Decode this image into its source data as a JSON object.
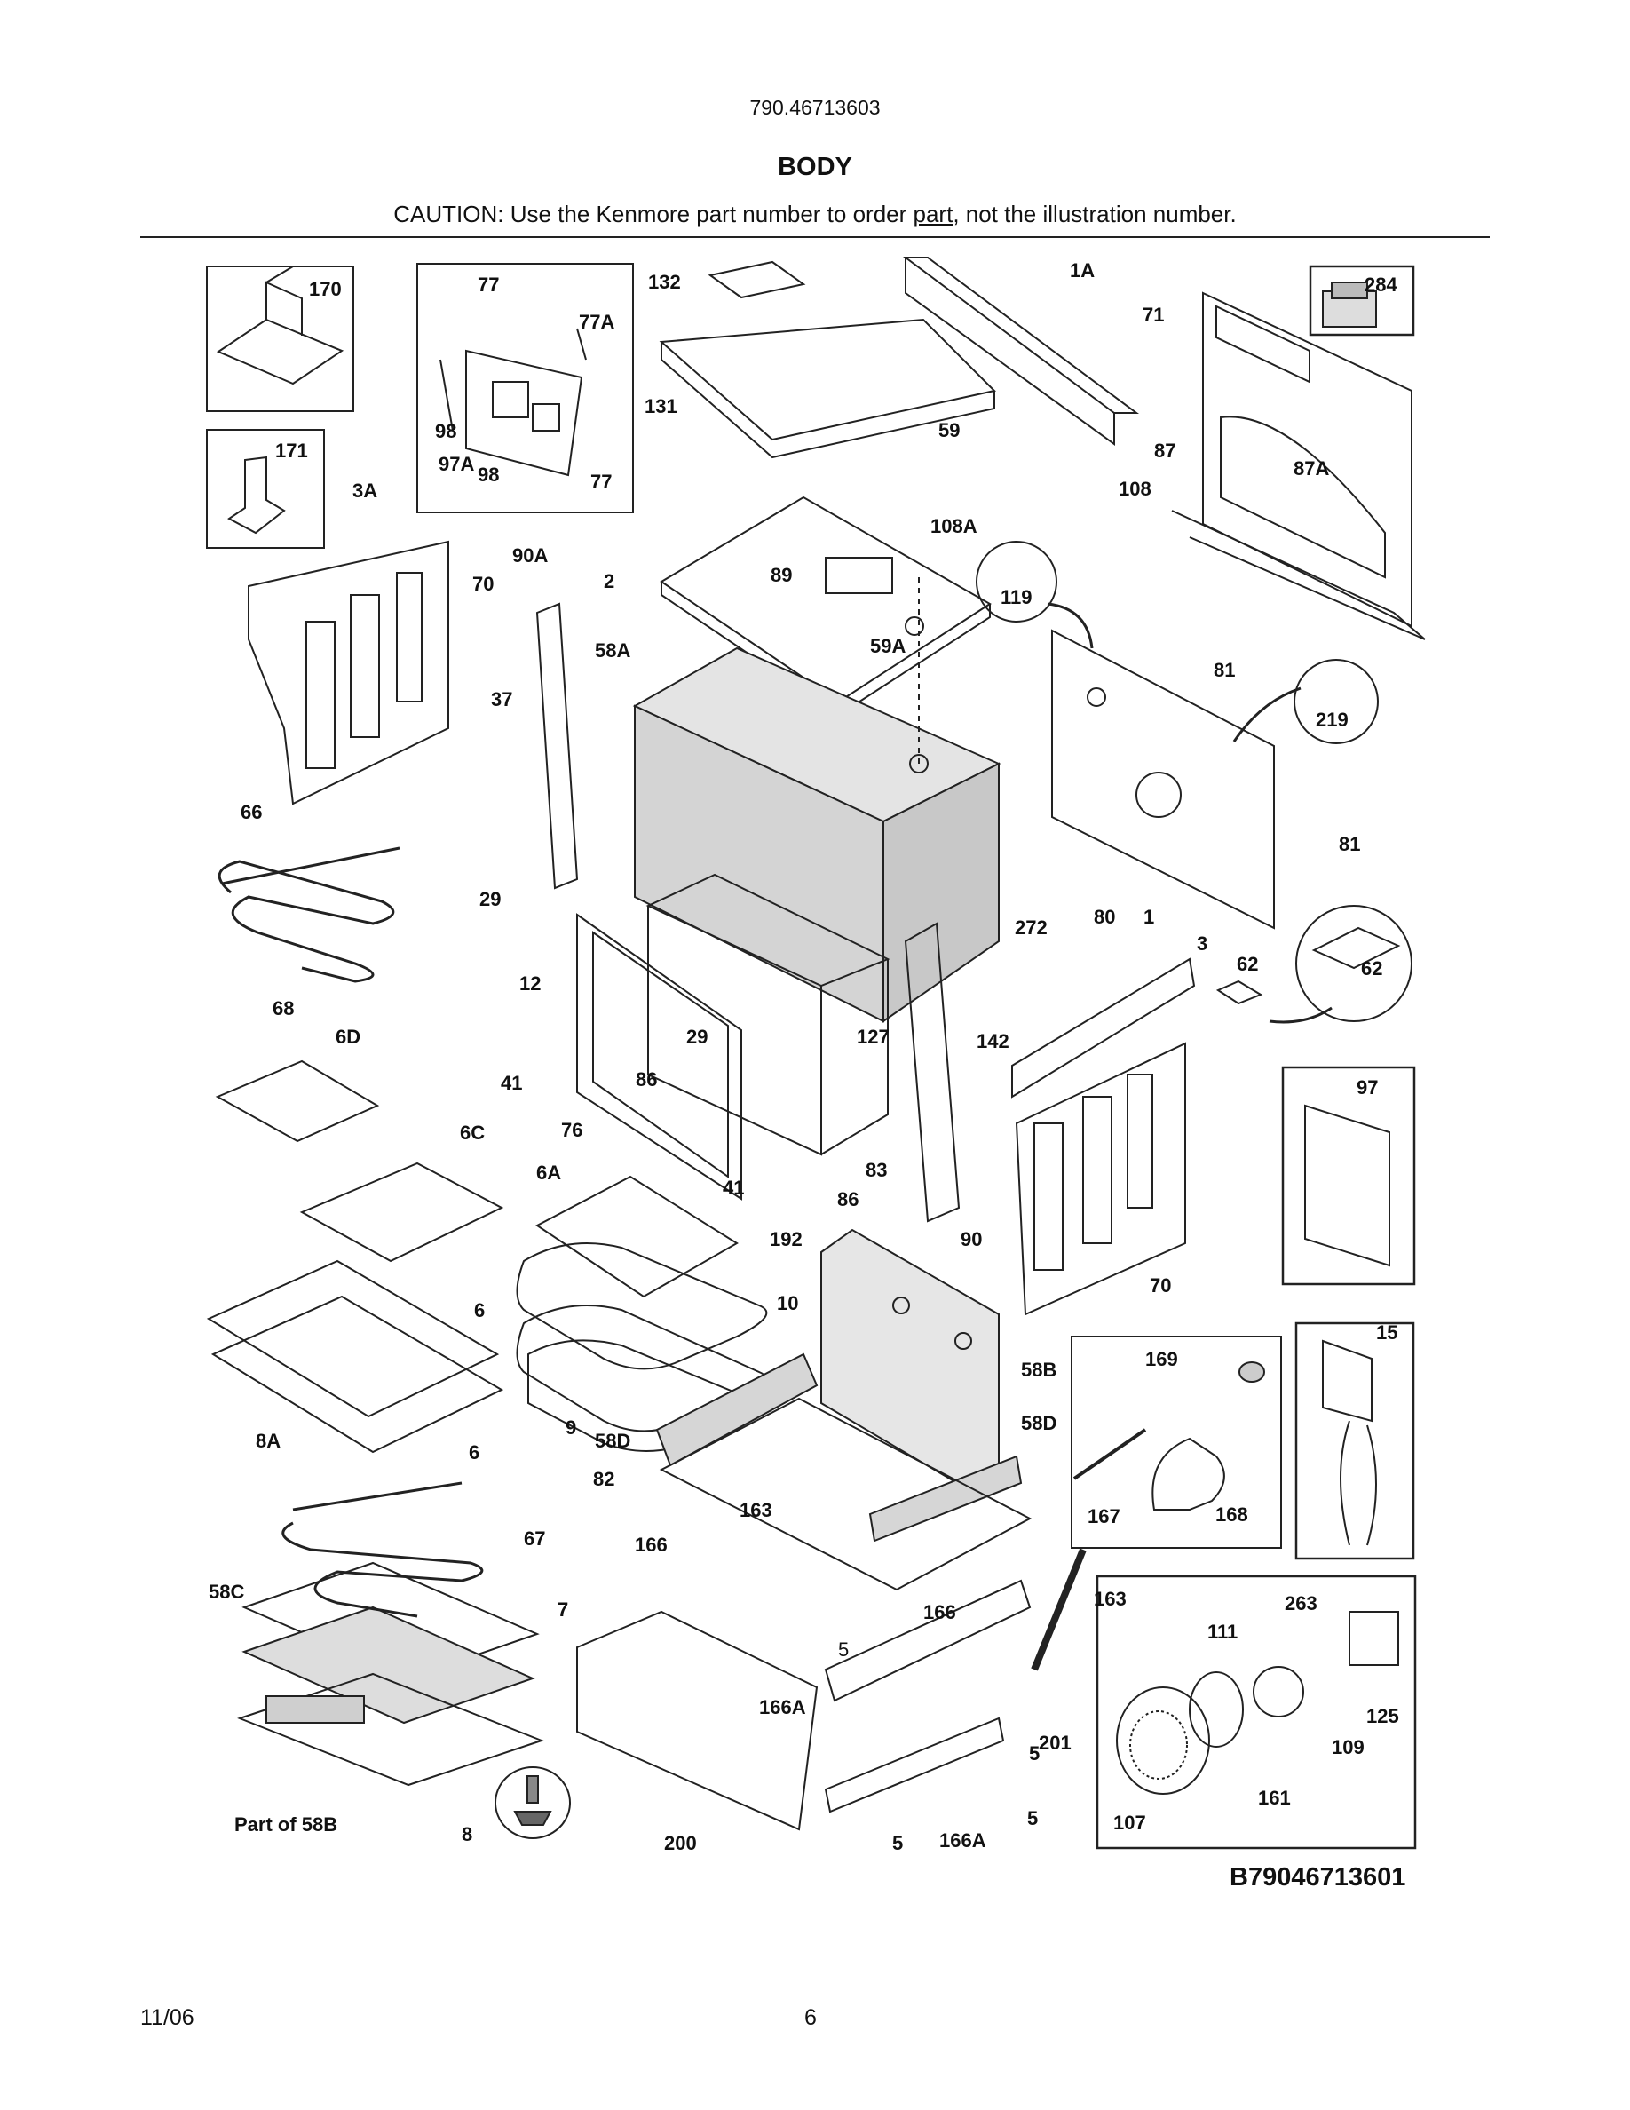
{
  "header": {
    "model_number": "790.46713603",
    "section_title": "BODY",
    "caution_prefix": "CAUTION: Use the Kenmore part number to order ",
    "caution_underlined": "part",
    "caution_suffix": ", not the illustration number."
  },
  "diagram": {
    "drawing_code": "B79046713601",
    "labels": [
      "170",
      "77",
      "77A",
      "98",
      "97A",
      "98",
      "77",
      "171",
      "132",
      "1A",
      "131",
      "284",
      "71",
      "59",
      "87",
      "87A",
      "108",
      "108A",
      "3A",
      "90A",
      "70",
      "2",
      "89",
      "119",
      "58A",
      "59A",
      "81",
      "219",
      "37",
      "66",
      "29",
      "272",
      "80",
      "1",
      "81",
      "62",
      "3",
      "62",
      "12",
      "68",
      "6D",
      "29",
      "127",
      "142",
      "41",
      "86",
      "76",
      "6C",
      "97",
      "83",
      "41",
      "86",
      "6A",
      "90",
      "192",
      "70",
      "10",
      "6",
      "15",
      "169",
      "58B",
      "9",
      "58D",
      "58D",
      "6",
      "8A",
      "82",
      "163",
      "167",
      "168",
      "166",
      "67",
      "58C",
      "7",
      "163",
      "263",
      "166",
      "111",
      "5",
      "166A",
      "125",
      "5",
      "201",
      "109",
      "161",
      "5",
      "Part of 58B",
      "8",
      "200",
      "5",
      "166A",
      "107"
    ]
  },
  "footer": {
    "date": "11/06",
    "page": "6"
  }
}
